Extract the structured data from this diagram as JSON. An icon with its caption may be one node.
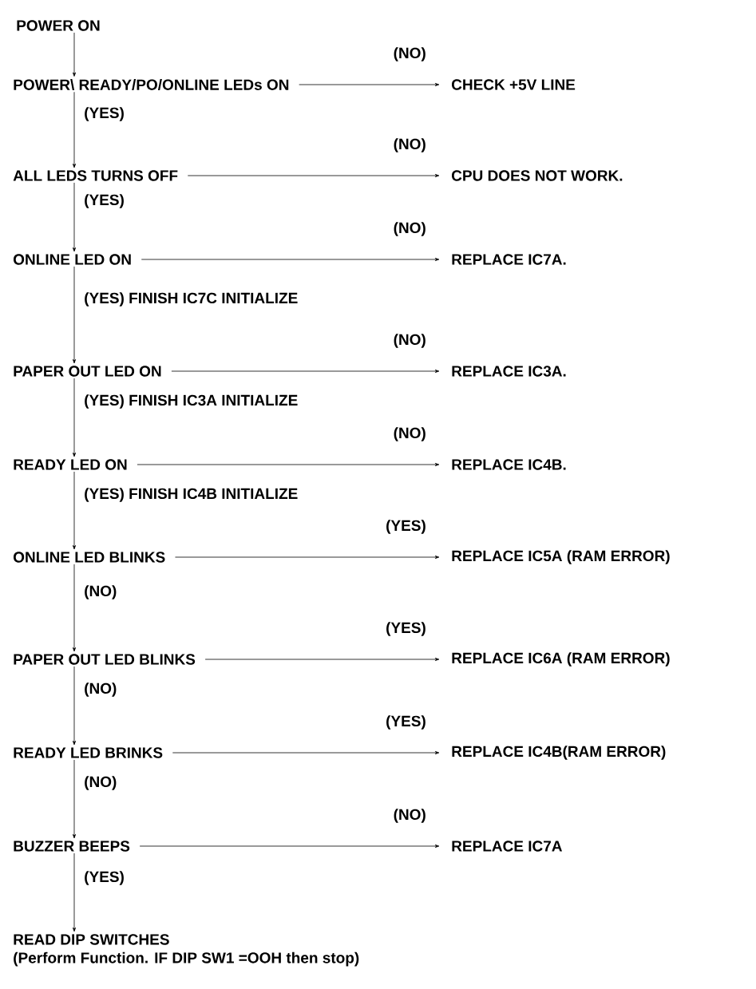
{
  "diagram": {
    "nodes": [
      {
        "text": [
          "POWER ON"
        ]
      },
      {
        "text": [
          "POWER\\ READY/PO/ONLINE LEDs ON"
        ]
      },
      {
        "text": [
          "CHECK +5V LINE"
        ]
      },
      {
        "text": [
          "ALL LEDS TURNS OFF"
        ]
      },
      {
        "text": [
          "CPU DOES NOT WORK."
        ]
      },
      {
        "text": [
          "ONLINE LED ON"
        ]
      },
      {
        "text": [
          "REPLACE IC7A."
        ]
      },
      {
        "text": [
          "PAPER OUT LED ON"
        ]
      },
      {
        "text": [
          "REPLACE IC3A."
        ]
      },
      {
        "text": [
          "READY LED ON"
        ]
      },
      {
        "text": [
          "REPLACE IC4B."
        ]
      },
      {
        "text": [
          "ONLINE LED BLINKS"
        ]
      },
      {
        "text": [
          "REPLACE IC5A (RAM ERROR)"
        ]
      },
      {
        "text": [
          "PAPER OUT LED BLINKS"
        ]
      },
      {
        "text": [
          "REPLACE IC6A (RAM ERROR)"
        ]
      },
      {
        "text": [
          "READY LED BRINKS"
        ]
      },
      {
        "text": [
          "REPLACE IC4B(RAM ERROR)"
        ]
      },
      {
        "text": [
          "BUZZER BEEPS"
        ]
      },
      {
        "text": [
          "REPLACE IC7A"
        ]
      },
      {
        "text": [
          "READ DIP SWITCHES",
          "(Perform Function. IF DIP SW1 =OOH then stop)"
        ]
      }
    ],
    "edges": [
      {
        "from": 0,
        "to": 1,
        "arrow": "to"
      },
      {
        "from": 1,
        "to": 2,
        "arrow": "to",
        "label": "(NO)"
      },
      {
        "from": 1,
        "to": 3,
        "arrow": "to",
        "label": "(YES)"
      },
      {
        "from": 3,
        "to": 4,
        "arrow": "to",
        "label": "(NO)"
      },
      {
        "from": 3,
        "to": 5,
        "arrow": "to",
        "label": "(YES)"
      },
      {
        "from": 5,
        "to": 6,
        "arrow": "to",
        "label": "(NO)"
      },
      {
        "from": 5,
        "to": 7,
        "arrow": "to",
        "label": "(YES) FINISH IC7C INITIALIZE"
      },
      {
        "from": 7,
        "to": 8,
        "arrow": "to",
        "label": "(NO)"
      },
      {
        "from": 7,
        "to": 9,
        "arrow": "to",
        "label": "(YES) FINISH IC3A INITIALIZE"
      },
      {
        "from": 9,
        "to": 10,
        "arrow": "to",
        "label": "(NO)"
      },
      {
        "from": 9,
        "to": 11,
        "arrow": "to",
        "label": "(YES) FINISH IC4B INITIALIZE"
      },
      {
        "from": 11,
        "to": 12,
        "arrow": "to",
        "label": "(YES)"
      },
      {
        "from": 11,
        "to": 13,
        "arrow": "to",
        "label": "(NO)"
      },
      {
        "from": 13,
        "to": 14,
        "arrow": "to",
        "label": "(YES)"
      },
      {
        "from": 13,
        "to": 15,
        "arrow": "to",
        "label": "(NO)"
      },
      {
        "from": 15,
        "to": 16,
        "arrow": "to",
        "label": "(YES)"
      },
      {
        "from": 15,
        "to": 17,
        "arrow": "to",
        "label": "(NO)"
      },
      {
        "from": 17,
        "to": 18,
        "arrow": "to",
        "label": "(NO)"
      },
      {
        "from": 17,
        "to": 19,
        "arrow": "to",
        "label": "(YES)"
      }
    ]
  }
}
